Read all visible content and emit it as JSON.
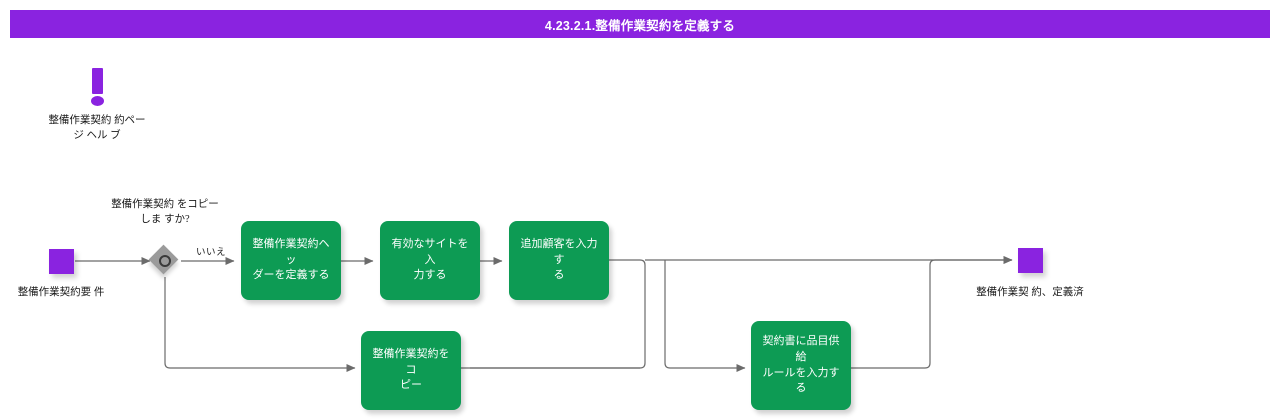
{
  "header": {
    "title": "4.23.2.1.整備作業契約を定義する",
    "bar_color": "#8a23e0"
  },
  "annotation": {
    "icon": "exclamation-icon",
    "label_lines": [
      "整備作業契約",
      "約ページ ヘル",
      "ブ"
    ],
    "label_full": "整備作業契約約ページ ヘルプ"
  },
  "palette": {
    "task_fill": "#0d9b54",
    "terminator_fill": "#8a23e0",
    "gateway_fill": "#9b9b9b",
    "edge_stroke": "#666666",
    "task_text": "#ffffff",
    "label_text": "#1a1a1a"
  },
  "nodes": {
    "start": {
      "type": "terminator",
      "name": "start-event",
      "label_lines": [
        "整備作業契約要",
        "件"
      ],
      "label_full": "整備作業契約要件"
    },
    "gateway": {
      "type": "exclusive-gateway",
      "name": "decision-copy-contract",
      "label_lines": [
        "整備作業契約",
        "をコピーしま",
        "すか?"
      ],
      "label_full": "整備作業契約をコピーしますか?"
    },
    "task1": {
      "type": "task",
      "label_lines": [
        "整備作業契約ヘッ",
        "ダーを定義する"
      ],
      "label_full": "整備作業契約ヘッダーを定義する"
    },
    "task2": {
      "type": "task",
      "label_lines": [
        "有効なサイトを入",
        "力する"
      ],
      "label_full": "有効なサイトを入力する"
    },
    "task3": {
      "type": "task",
      "label_lines": [
        "追加顧客を入力す",
        "る"
      ],
      "label_full": "追加顧客を入力する"
    },
    "task4": {
      "type": "task",
      "label_lines": [
        "整備作業契約をコ",
        "ピー"
      ],
      "label_full": "整備作業契約をコピー"
    },
    "task5": {
      "type": "task",
      "label_lines": [
        "契約書に品目供給",
        "ルールを入力する"
      ],
      "label_full": "契約書に品目供給ルールを入力する"
    },
    "end": {
      "type": "terminator",
      "name": "end-event",
      "label_lines": [
        "整備作業契",
        "約、定義済"
      ],
      "label_full": "整備作業契約、定義済"
    }
  },
  "edges": {
    "gateway_no_label": "いいえ"
  }
}
